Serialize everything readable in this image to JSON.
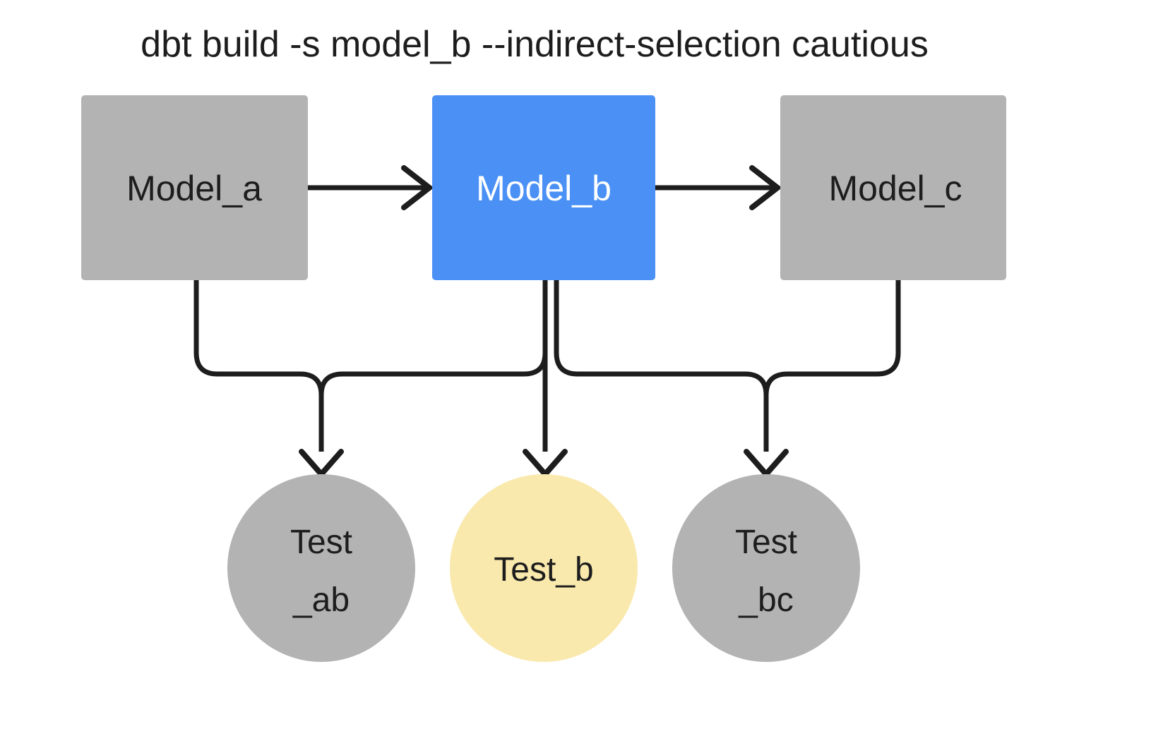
{
  "diagram": {
    "title": "dbt build -s model_b --indirect-selection cautious",
    "background_color": "#ffffff",
    "line_color": "#1d1d1d",
    "colors": {
      "unselected_gray": "#b3b3b3",
      "selected_blue": "#4a90f5",
      "selected_test_yellow": "#fae9ad",
      "text_dark": "#1d1d1d",
      "text_light": "#ffffff"
    },
    "models": [
      {
        "id": "model_a",
        "label": "Model_a",
        "fill": "#b3b3b3",
        "text_color": "#1d1d1d",
        "selected": false,
        "shape": "rectangle"
      },
      {
        "id": "model_b",
        "label": "Model_b",
        "fill": "#4a90f5",
        "text_color": "#ffffff",
        "selected": true,
        "shape": "rectangle"
      },
      {
        "id": "model_c",
        "label": "Model_c",
        "fill": "#b3b3b3",
        "text_color": "#1d1d1d",
        "selected": false,
        "shape": "rectangle"
      }
    ],
    "tests": [
      {
        "id": "test_ab",
        "label_line1": "Test",
        "label_line2": "_ab",
        "fill": "#b3b3b3",
        "text_color": "#1d1d1d",
        "selected": false,
        "shape": "circle"
      },
      {
        "id": "test_b",
        "label_line1": "Test_b",
        "label_line2": "",
        "fill": "#fae9ad",
        "text_color": "#1d1d1d",
        "selected": true,
        "shape": "circle"
      },
      {
        "id": "test_bc",
        "label_line1": "Test",
        "label_line2": "_bc",
        "fill": "#b3b3b3",
        "text_color": "#1d1d1d",
        "selected": false,
        "shape": "circle"
      }
    ],
    "edges": [
      {
        "id": "a-to-b",
        "from": "model_a",
        "to": "model_b",
        "arrow": true
      },
      {
        "id": "b-to-c",
        "from": "model_b",
        "to": "model_c",
        "arrow": true
      },
      {
        "id": "a-to-test_ab",
        "from": "model_a",
        "to": "test_ab",
        "arrow": true
      },
      {
        "id": "b-to-test_ab",
        "from": "model_b",
        "to": "test_ab",
        "arrow": true
      },
      {
        "id": "b-to-test_b",
        "from": "model_b",
        "to": "test_b",
        "arrow": true
      },
      {
        "id": "b-to-test_bc",
        "from": "model_b",
        "to": "test_bc",
        "arrow": true
      },
      {
        "id": "c-to-test_bc",
        "from": "model_c",
        "to": "test_bc",
        "arrow": true
      }
    ]
  }
}
